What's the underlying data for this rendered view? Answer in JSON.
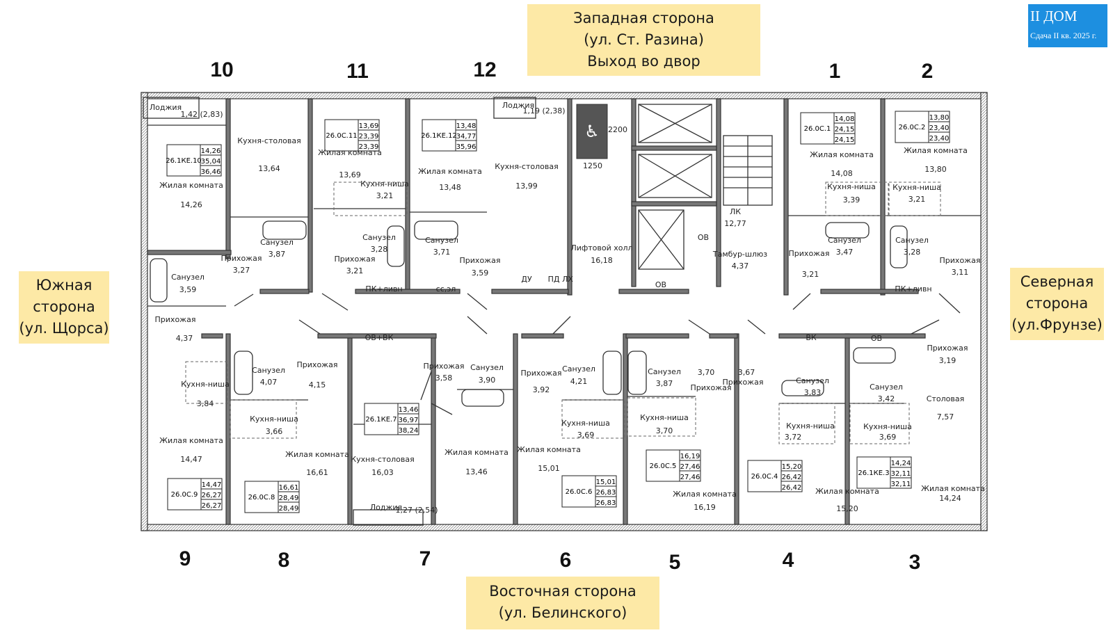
{
  "sides": {
    "west": [
      "Западная сторона",
      "(ул. Ст. Разина)",
      "Выход во двор"
    ],
    "south": [
      "Южная",
      "сторона",
      "(ул. Щорса)"
    ],
    "north": [
      "Северная",
      "сторона",
      "(ул.Фрунзе)"
    ],
    "east": [
      "Восточная сторона",
      "(ул. Белинского)"
    ]
  },
  "house": {
    "title": "II ДОМ",
    "subtitle": "Сдача II кв. 2025 г."
  },
  "apartments_top": [
    "10",
    "11",
    "12",
    "1",
    "2"
  ],
  "apartments_bottom": [
    "9",
    "8",
    "7",
    "6",
    "5",
    "4",
    "3"
  ],
  "codes": [
    {
      "code": "26.1КЕ.10",
      "v": [
        "14,26",
        "35,04",
        "36,46"
      ]
    },
    {
      "code": "26.0С.11",
      "v": [
        "13,69",
        "23,39",
        "23,39"
      ]
    },
    {
      "code": "26.1КЕ.12",
      "v": [
        "13,48",
        "34,77",
        "35,96"
      ]
    },
    {
      "code": "26.0С.1",
      "v": [
        "14,08",
        "24,15",
        "24,15"
      ]
    },
    {
      "code": "26.0С.2",
      "v": [
        "13,80",
        "23,40",
        "23,40"
      ]
    },
    {
      "code": "26.0С.9",
      "v": [
        "14,47",
        "26,27",
        "26,27"
      ]
    },
    {
      "code": "26.0С.8",
      "v": [
        "16,61",
        "28,49",
        "28,49"
      ]
    },
    {
      "code": "26.1КЕ.7",
      "v": [
        "13,46",
        "36,97",
        "38,24"
      ]
    },
    {
      "code": "26.0С.6",
      "v": [
        "15,01",
        "26,83",
        "26,83"
      ]
    },
    {
      "code": "26.0С.5",
      "v": [
        "16,19",
        "27,46",
        "27,46"
      ]
    },
    {
      "code": "26.0С.4",
      "v": [
        "15,20",
        "26,42",
        "26,42"
      ]
    },
    {
      "code": "26.1КЕ.3",
      "v": [
        "14,24",
        "32,11",
        "32,11"
      ]
    }
  ],
  "rooms": [
    {
      "t": "Лоджия"
    },
    {
      "t": "1,42 (2,83)"
    },
    {
      "t": "Кухня-столовая"
    },
    {
      "t": "13,64"
    },
    {
      "t": "Жилая комната"
    },
    {
      "t": "14,26"
    },
    {
      "t": "Санузел"
    },
    {
      "t": "3,87"
    },
    {
      "t": "Прихожая"
    },
    {
      "t": "3,27"
    },
    {
      "t": "Санузел"
    },
    {
      "t": "3,59"
    },
    {
      "t": "Прихожая"
    },
    {
      "t": "4,37"
    },
    {
      "t": "Жилая комната"
    },
    {
      "t": "13,69"
    },
    {
      "t": "Кухня-ниша"
    },
    {
      "t": "3,21"
    },
    {
      "t": "Санузел"
    },
    {
      "t": "3,28"
    },
    {
      "t": "Прихожая"
    },
    {
      "t": "3,21"
    },
    {
      "t": "Жилая комната"
    },
    {
      "t": "13,48"
    },
    {
      "t": "Санузел"
    },
    {
      "t": "3,71"
    },
    {
      "t": "Лоджия"
    },
    {
      "t": "1,19 (2,38)"
    },
    {
      "t": "Кухня-столовая"
    },
    {
      "t": "13,99"
    },
    {
      "t": "Прихожая"
    },
    {
      "t": "3,59"
    },
    {
      "t": "2200"
    },
    {
      "t": "1250"
    },
    {
      "t": "Лифтовой холл"
    },
    {
      "t": "16,18"
    },
    {
      "t": "ДУ"
    },
    {
      "t": "ПД"
    },
    {
      "t": "ЛХ"
    },
    {
      "t": "ЛК"
    },
    {
      "t": "12,77"
    },
    {
      "t": "ОВ"
    },
    {
      "t": "Тамбур-шлюз"
    },
    {
      "t": "4,37"
    },
    {
      "t": "ОВ"
    },
    {
      "t": "ПК+ливн"
    },
    {
      "t": "сс,эл"
    },
    {
      "t": "Жилая комната"
    },
    {
      "t": "14,08"
    },
    {
      "t": "Кухня-ниша"
    },
    {
      "t": "3,39"
    },
    {
      "t": "Санузел"
    },
    {
      "t": "3,47"
    },
    {
      "t": "Прихожая"
    },
    {
      "t": "3,21"
    },
    {
      "t": "Жилая комната"
    },
    {
      "t": "13,80"
    },
    {
      "t": "Кухня-ниша"
    },
    {
      "t": "3,21"
    },
    {
      "t": "Санузел"
    },
    {
      "t": "3,28"
    },
    {
      "t": "Прихожая"
    },
    {
      "t": "3,11"
    },
    {
      "t": "ПК+ливн"
    },
    {
      "t": "Санузел"
    },
    {
      "t": "4,07"
    },
    {
      "t": "Прихожая"
    },
    {
      "t": "4,15"
    },
    {
      "t": "Кухня-ниша"
    },
    {
      "t": "3,84"
    },
    {
      "t": "Кухня-ниша"
    },
    {
      "t": "3,66"
    },
    {
      "t": "Жилая комната"
    },
    {
      "t": "14,47"
    },
    {
      "t": "Жилая комната"
    },
    {
      "t": "16,61"
    },
    {
      "t": "ОВ+ВК"
    },
    {
      "t": "Прихожая"
    },
    {
      "t": "3,58"
    },
    {
      "t": "Санузел"
    },
    {
      "t": "3,90"
    },
    {
      "t": "Кухня-столовая"
    },
    {
      "t": "16,03"
    },
    {
      "t": "Жилая комната"
    },
    {
      "t": "13,46"
    },
    {
      "t": "Лоджия"
    },
    {
      "t": "1,27 (2,54)"
    },
    {
      "t": "Прихожая"
    },
    {
      "t": "3,92"
    },
    {
      "t": "Санузел"
    },
    {
      "t": "4,21"
    },
    {
      "t": "Кухня-ниша"
    },
    {
      "t": "3,69"
    },
    {
      "t": "Жилая комната"
    },
    {
      "t": "15,01"
    },
    {
      "t": "Санузел"
    },
    {
      "t": "3,87"
    },
    {
      "t": "3,70"
    },
    {
      "t": "Прихожая"
    },
    {
      "t": "Кухня-ниша"
    },
    {
      "t": "3,70"
    },
    {
      "t": "Жилая комната"
    },
    {
      "t": "16,19"
    },
    {
      "t": "3,67"
    },
    {
      "t": "Прихожая"
    },
    {
      "t": "ВК"
    },
    {
      "t": "Санузел"
    },
    {
      "t": "3,83"
    },
    {
      "t": "Кухня-ниша"
    },
    {
      "t": "3,72"
    },
    {
      "t": "Жилая комната"
    },
    {
      "t": "15,20"
    },
    {
      "t": "ОВ"
    },
    {
      "t": "Прихожая"
    },
    {
      "t": "3,19"
    },
    {
      "t": "Санузел"
    },
    {
      "t": "3,42"
    },
    {
      "t": "Столовая"
    },
    {
      "t": "7,57"
    },
    {
      "t": "Кухня-ниша"
    },
    {
      "t": "3,69"
    },
    {
      "t": "Жилая комната"
    },
    {
      "t": "14,24"
    }
  ]
}
